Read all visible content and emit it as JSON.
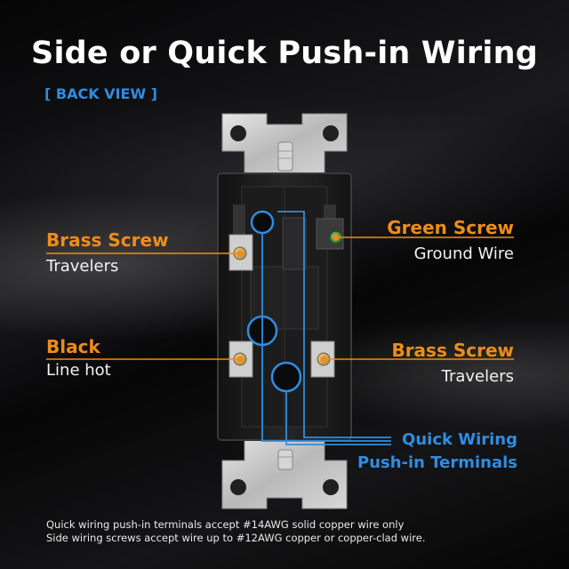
{
  "title": "Side or Quick Push-in Wiring",
  "subtitle": {
    "bracket_left": "[",
    "text": "BACK VIEW",
    "bracket_right": "]"
  },
  "labels": {
    "left_top": {
      "heading": "Brass Screw",
      "sub": "Travelers"
    },
    "left_bottom": {
      "heading": "Black",
      "sub": "Line hot"
    },
    "right_top": {
      "heading": "Green Screw",
      "sub": "Ground Wire"
    },
    "right_bottom": {
      "heading": "Brass Screw",
      "sub": "Travelers"
    },
    "quick": {
      "line1": "Quick Wiring",
      "line2": "Push-in Terminals"
    }
  },
  "footnote": {
    "line1": "Quick wiring push-in terminals accept #14AWG solid copper wire only",
    "line2": "Side wiring screws accept wire up to #12AWG copper or copper-clad wire."
  },
  "colors": {
    "orange": "#f08c1a",
    "blue": "#2f8de0",
    "text": "#f2f2f2"
  },
  "icons": [
    "brass-screw-icon",
    "green-screw-icon",
    "mounting-screw-icon",
    "push-in-hole-icon"
  ]
}
